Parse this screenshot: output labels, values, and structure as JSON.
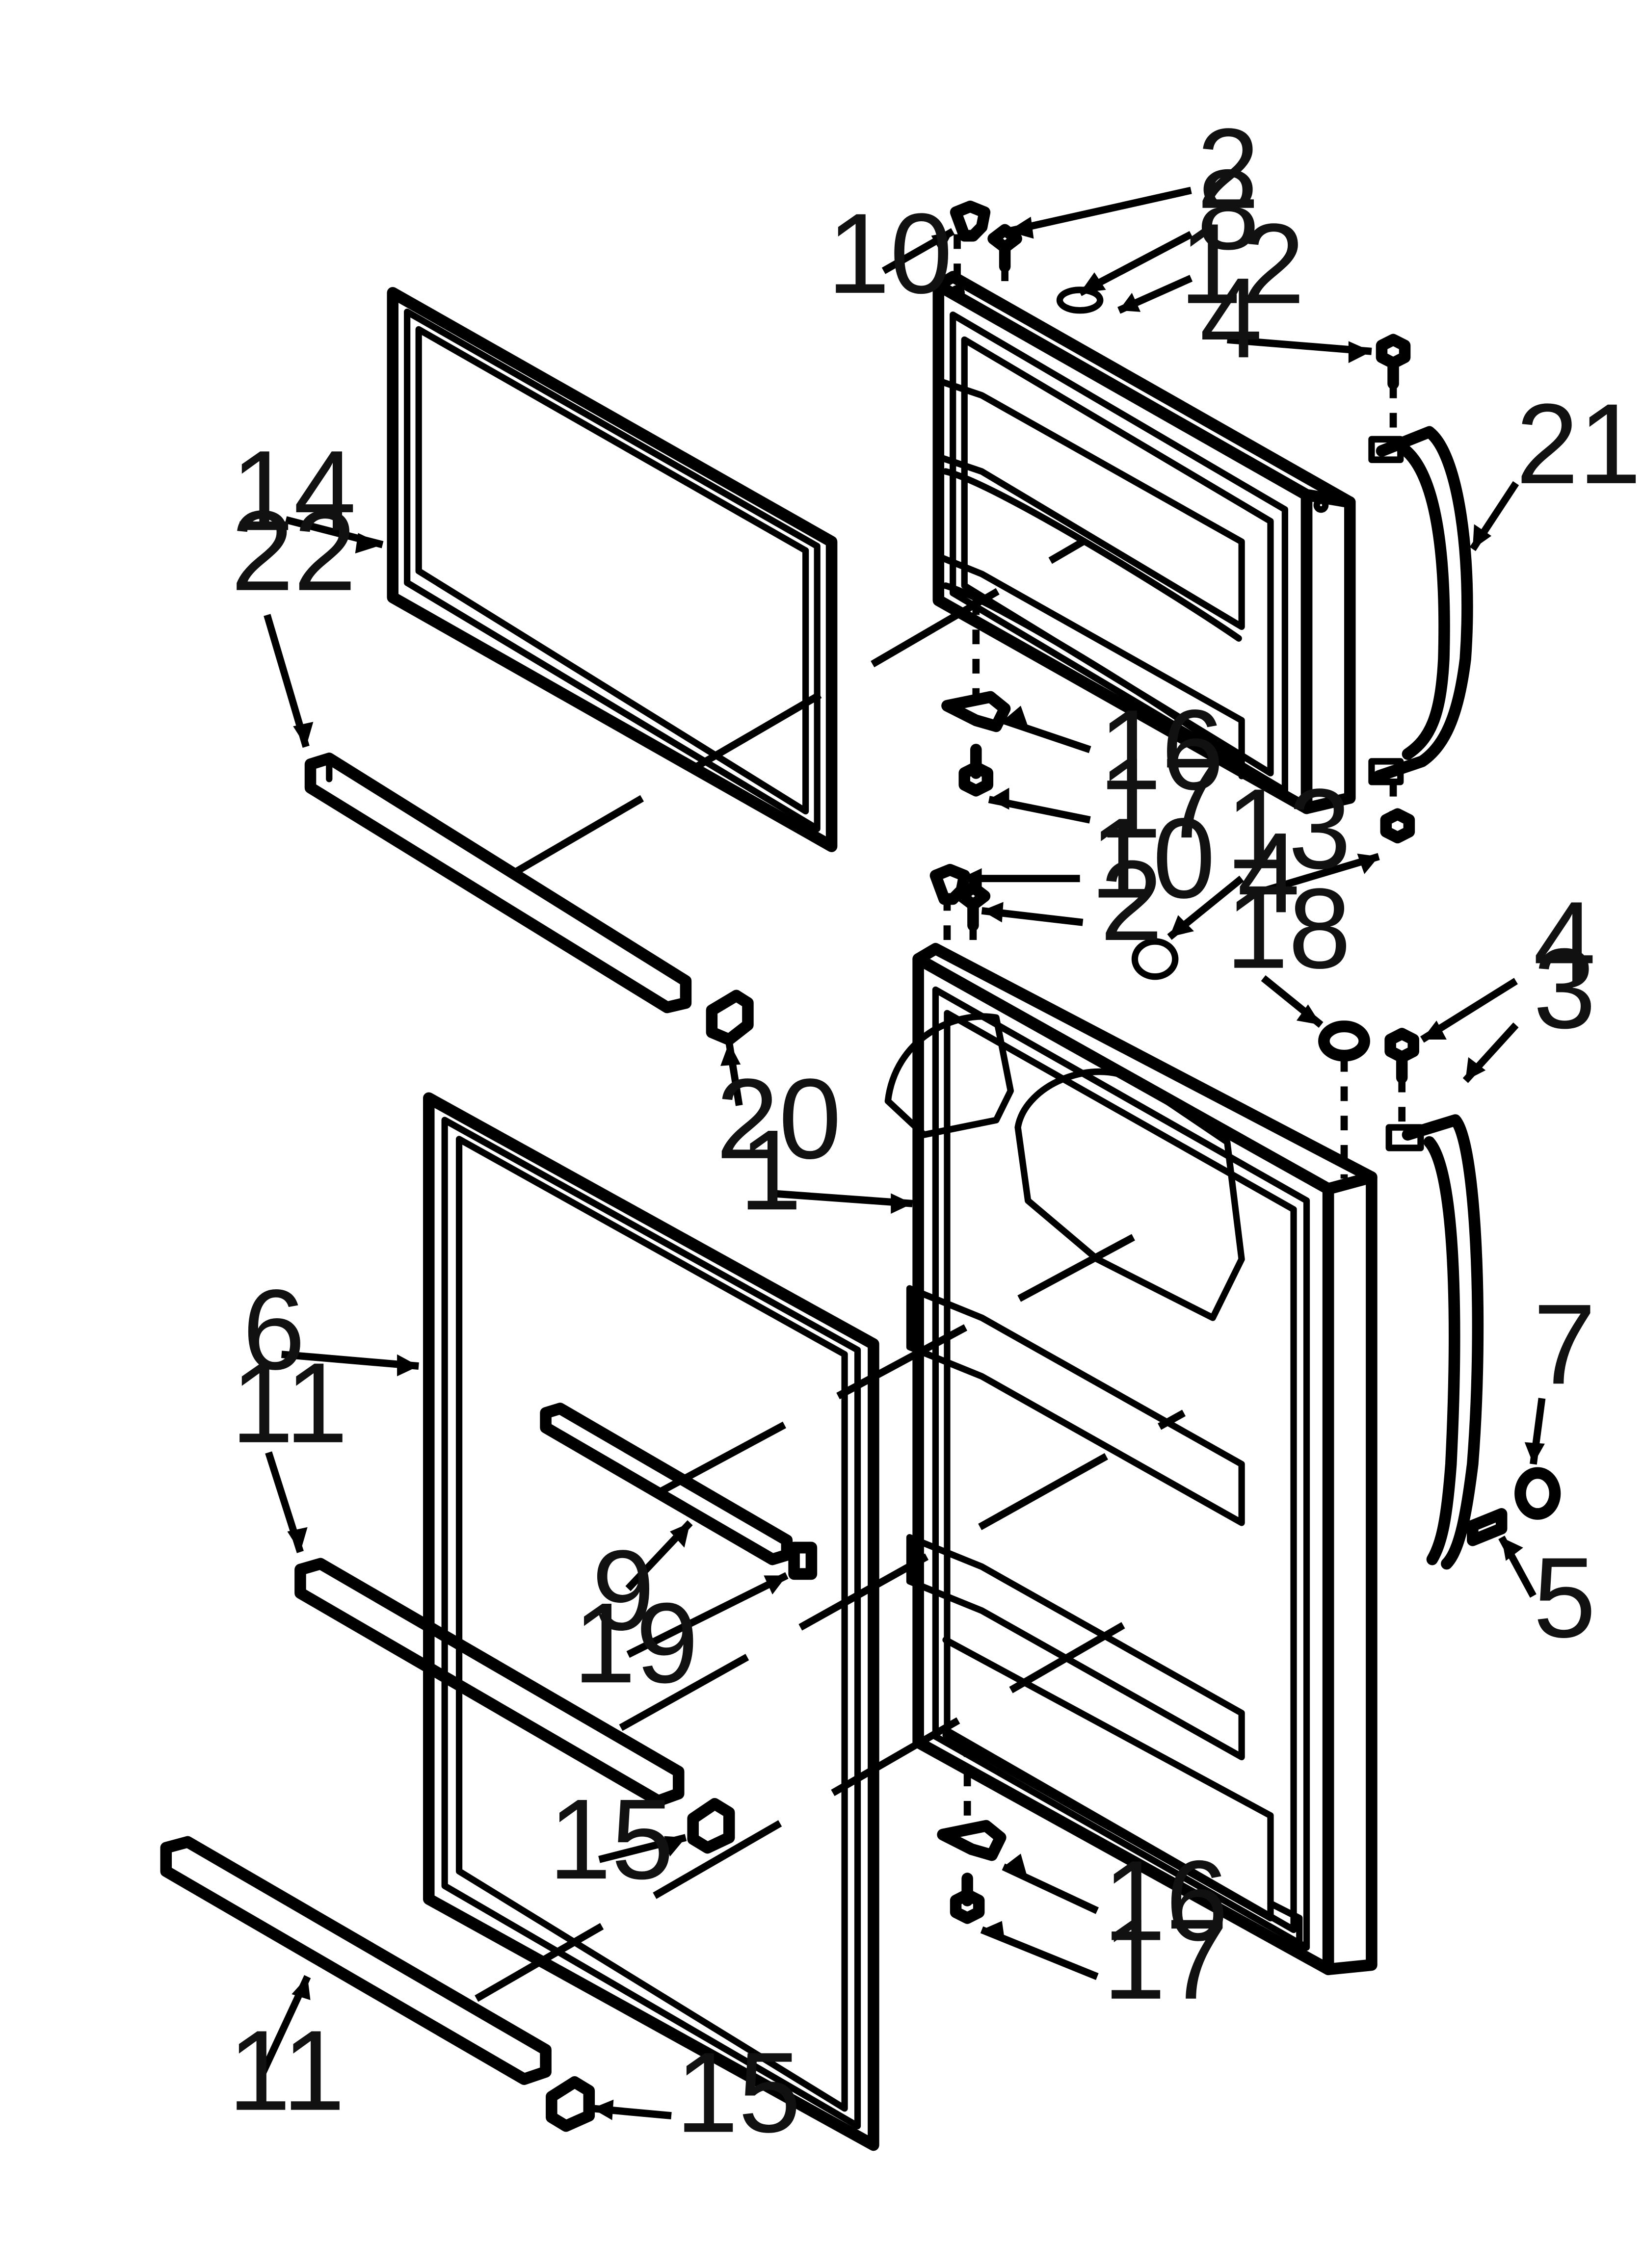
{
  "callouts": [
    {
      "id": "c2a",
      "text": "2"
    },
    {
      "id": "c8",
      "text": "8"
    },
    {
      "id": "c10a",
      "text": "10"
    },
    {
      "id": "c12",
      "text": "12"
    },
    {
      "id": "c4a",
      "text": "4"
    },
    {
      "id": "c21",
      "text": "21"
    },
    {
      "id": "c14",
      "text": "14"
    },
    {
      "id": "c22",
      "text": "22"
    },
    {
      "id": "c16a",
      "text": "16"
    },
    {
      "id": "c17a",
      "text": "17"
    },
    {
      "id": "c13",
      "text": "13"
    },
    {
      "id": "c10b",
      "text": "10"
    },
    {
      "id": "c4b",
      "text": "4"
    },
    {
      "id": "c2b",
      "text": "2"
    },
    {
      "id": "c18",
      "text": "18"
    },
    {
      "id": "c4c",
      "text": "4"
    },
    {
      "id": "c3",
      "text": "3"
    },
    {
      "id": "c20",
      "text": "20"
    },
    {
      "id": "c1",
      "text": "1"
    },
    {
      "id": "c6",
      "text": "6"
    },
    {
      "id": "c7",
      "text": "7"
    },
    {
      "id": "c11a",
      "text": "11"
    },
    {
      "id": "c9",
      "text": "9"
    },
    {
      "id": "c19",
      "text": "19"
    },
    {
      "id": "c5",
      "text": "5"
    },
    {
      "id": "c15a",
      "text": "15"
    },
    {
      "id": "c16b",
      "text": "16"
    },
    {
      "id": "c17b",
      "text": "17"
    },
    {
      "id": "c11b",
      "text": "11"
    },
    {
      "id": "c15b",
      "text": "15"
    }
  ]
}
